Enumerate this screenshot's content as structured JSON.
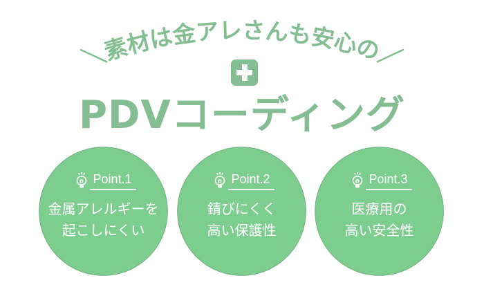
{
  "heading": {
    "arc_text": "＼素材は金アレさんも安心の／"
  },
  "plus_icon": "plus-icon",
  "title": "PDVコーディング",
  "colors": {
    "brand_green": "#83bd91",
    "circle_green": "#7dcd8f",
    "text_white": "#ffffff"
  },
  "points": [
    {
      "icon": "lightbulb-icon",
      "label": "Point.1",
      "lines": [
        "金属アレルギーを",
        "起こしにくい"
      ]
    },
    {
      "icon": "lightbulb-icon",
      "label": "Point.2",
      "lines": [
        "錆びにくく",
        "高い保護性"
      ]
    },
    {
      "icon": "lightbulb-icon",
      "label": "Point.3",
      "lines": [
        "医療用の",
        "高い安全性"
      ]
    }
  ]
}
